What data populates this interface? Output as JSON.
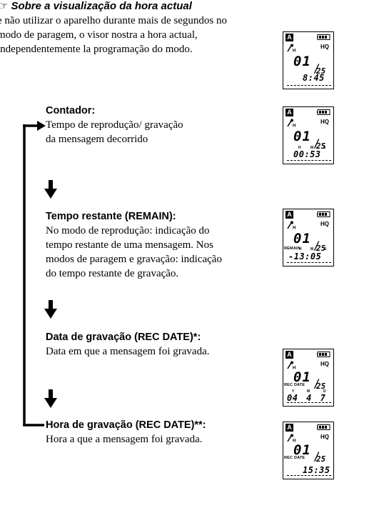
{
  "intro": {
    "icon": "hand-pointing-icon",
    "title": "Sobre a visualização da hora actual",
    "text": "e não utilizar o aparelho durante mais de segundos no modo de paragem, o visor nostra a hora actual, independentemente la programação do modo."
  },
  "items": [
    {
      "title": "Contador:",
      "body": "Tempo de reprodução/ gravação da mensagem decorrido"
    },
    {
      "title": "Tempo restante (REMAIN):",
      "body": "No modo de reprodução: indicação do tempo restante de uma mensagem. Nos modos de paragem e gravação: indicação do tempo restante de gravação."
    },
    {
      "title": "Data de gravação (REC DATE)*:",
      "body": "Data em que a mensagem foi gravada."
    },
    {
      "title": "Hora de gravação (REC DATE)**:",
      "body": "Hora a que a mensagem foi gravada."
    }
  ],
  "displays": [
    {
      "folder": "A",
      "quality": "HQ",
      "message": "01",
      "total": "25",
      "label": "",
      "bottom": "8:45",
      "units": []
    },
    {
      "folder": "A",
      "quality": "HQ",
      "message": "01",
      "total": "25",
      "label": "",
      "bottom": "00:53",
      "units": [
        "H",
        "M",
        "S"
      ]
    },
    {
      "folder": "A",
      "quality": "HQ",
      "message": "01",
      "total": "25",
      "label": "REMAIN",
      "bottom": "-13:05",
      "units": [
        "H",
        "M",
        "S"
      ]
    },
    {
      "folder": "A",
      "quality": "HQ",
      "message": "01",
      "total": "25",
      "label": "REC DATE",
      "bottom": "04 4 7",
      "units": [
        "Y",
        "M",
        "D"
      ]
    },
    {
      "folder": "A",
      "quality": "HQ",
      "message": "01",
      "total": "25",
      "label": "REC DATE",
      "bottom": "15:35",
      "units": []
    }
  ]
}
